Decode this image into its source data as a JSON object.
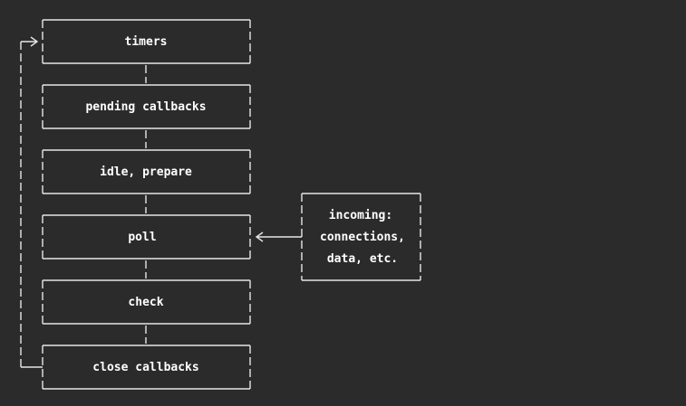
{
  "diagram": {
    "phases": [
      {
        "label": "timers"
      },
      {
        "label": "pending callbacks"
      },
      {
        "label": "idle, prepare"
      },
      {
        "label": "poll"
      },
      {
        "label": "check"
      },
      {
        "label": "close callbacks"
      }
    ],
    "incoming": {
      "lines": [
        "incoming:",
        "connections,",
        "data, etc."
      ]
    }
  }
}
